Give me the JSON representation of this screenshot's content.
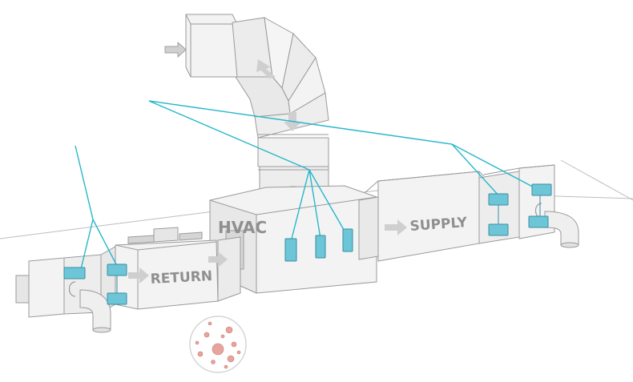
{
  "labels": {
    "hvac": "HVAC",
    "return": "RETURN",
    "supply": "SUPPLY"
  },
  "colors": {
    "duct_fill": "#f3f3f3",
    "duct_side": "#e6e6e6",
    "duct_stroke": "#9a9a9a",
    "sensor_fill": "#6cc6d8",
    "sensor_stroke": "#3a8ea0",
    "callout_line": "#27b7cc",
    "arrow": "#c8c8c8",
    "particles": "#d98f86"
  },
  "icons": [
    "intake-arrow-icon",
    "airflow-arrow-icon",
    "contaminant-particles-icon"
  ]
}
